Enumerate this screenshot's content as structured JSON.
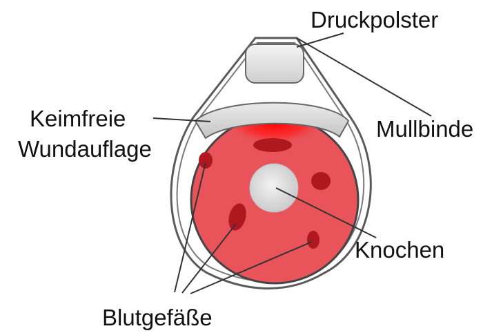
{
  "labels": {
    "druckpolster": "Druckpolster",
    "mullbinde": "Mullbinde",
    "wundauflage_line1": "Keimfreie",
    "wundauflage_line2": "Wundauflage",
    "knochen": "Knochen",
    "blutgefaesse": "Blutgefäße"
  },
  "colors": {
    "tissue": "#e8545a",
    "wound": "#ff1a1a",
    "vessel": "#b01820",
    "pad": "#e2e2e2",
    "dressing": "#d9d9d9",
    "bandage_outline": "#555555",
    "bone": "#d8d8d8"
  }
}
